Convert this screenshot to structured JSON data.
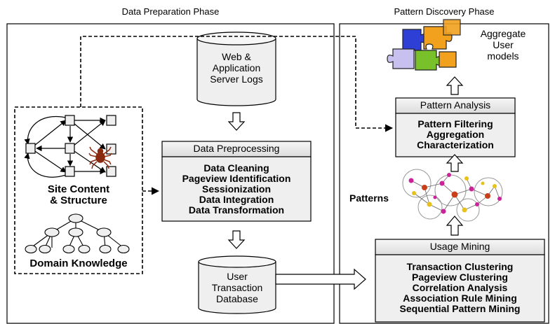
{
  "phases": {
    "left": "Data Preparation Phase",
    "right": "Pattern Discovery Phase"
  },
  "web_logs": {
    "lines": [
      "Web &",
      "Application",
      "Server Logs"
    ]
  },
  "preprocessing": {
    "title": "Data Preprocessing",
    "items": [
      "Data Cleaning",
      "Pageview Identification",
      "Sessionization",
      "Data Integration",
      "Data Transformation"
    ]
  },
  "user_db": {
    "lines": [
      "User",
      "Transaction",
      "Database"
    ]
  },
  "site": {
    "lines": [
      "Site Content",
      "& Structure"
    ]
  },
  "domain": {
    "label": "Domain Knowledge"
  },
  "usage_mining": {
    "title": "Usage Mining",
    "items": [
      "Transaction Clustering",
      "Pageview Clustering",
      "Correlation Analysis",
      "Association Rule Mining",
      "Sequential Pattern Mining"
    ]
  },
  "patterns": {
    "label": "Patterns"
  },
  "pattern_analysis": {
    "title": "Pattern Analysis",
    "items": [
      "Pattern Filtering",
      "Aggregation",
      "Characterization"
    ]
  },
  "aggregate": {
    "lines": [
      "Aggregate",
      "User",
      "models"
    ]
  },
  "colors": {
    "box_fill": "#efefef",
    "puzzle_blue": "#2e3fd6",
    "puzzle_orange": "#f2a11f",
    "puzzle_green": "#78c12a",
    "puzzle_violet": "#c8c0ee",
    "node_magenta": "#cc2299",
    "node_yellow": "#e8c21a",
    "node_red": "#c8401a",
    "spider": "#8a2a10"
  }
}
